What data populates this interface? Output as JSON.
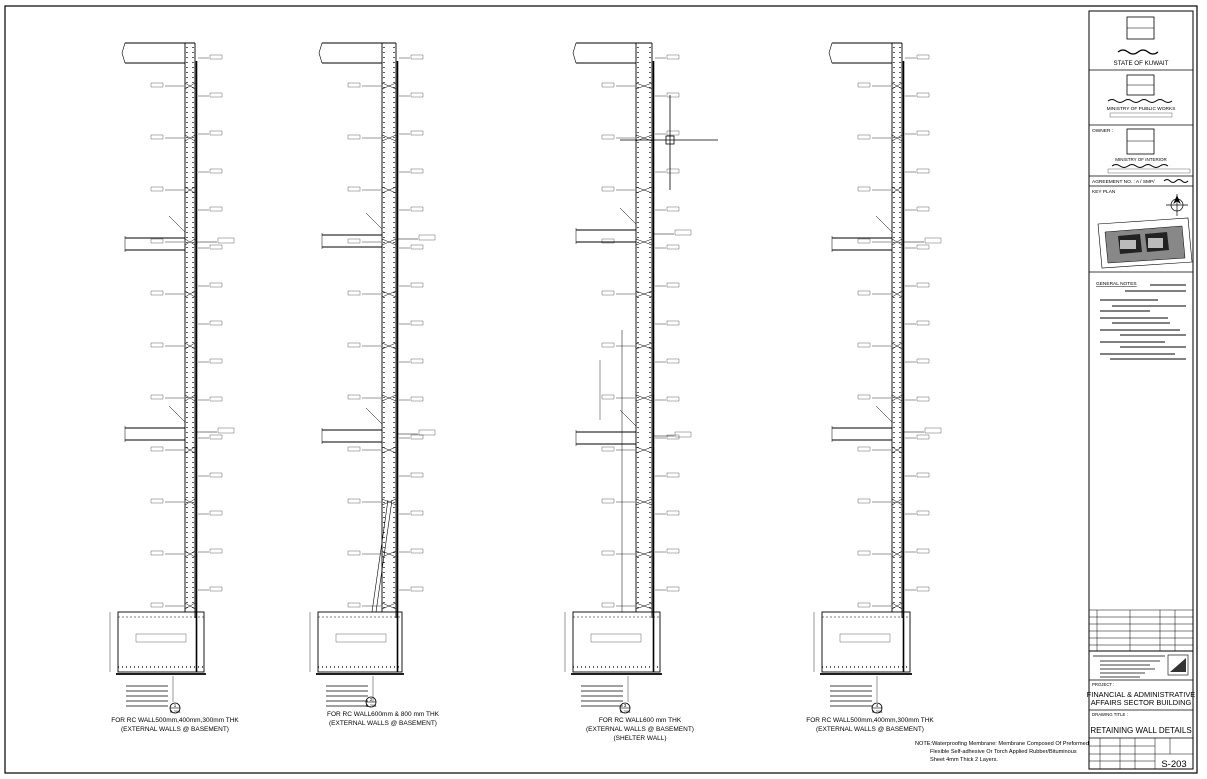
{
  "details": [
    {
      "num": "1",
      "sheet": "S-203",
      "caption1": "FOR RC WALL500mm,400mm,300mm THK",
      "caption2": "(EXTERNAL  WALLS @ BASEMENT)",
      "caption3": ""
    },
    {
      "num": "2",
      "sheet": "S-203",
      "caption1": "FOR RC WALL600mm & 800 mm THK",
      "caption2": "(EXTERNAL  WALLS @ BASEMENT)",
      "caption3": ""
    },
    {
      "num": "3",
      "sheet": "S-203",
      "caption1": "FOR RC WALL600 mm THK",
      "caption2": "(EXTERNAL  WALLS @ BASEMENT)",
      "caption3": "(SHELTER WALL)"
    },
    {
      "num": "4",
      "sheet": "S-203",
      "caption1": "FOR RC WALL500mm,400mm,300mm THK",
      "caption2": "(EXTERNAL  WALLS @ BASEMENT)",
      "caption3": ""
    }
  ],
  "note": {
    "line1": "NOTE:Waterproofing Membrane: Membrane Composed Of Preformed",
    "line2": "Flexible Self-adhesive Or Torch Applied Rubber/Bituminous",
    "line3": "Sheet 4mm Thick 2 Layers."
  },
  "title_block": {
    "state": "STATE OF KUWAIT",
    "ministry": "MINISTRY OF PUBLIC WORKS",
    "owner_label": "OWNER :",
    "owner_name": "MINISTRY OF INTERIOR",
    "agreement": "AGREEMENT NO. : A / SMP/",
    "key_plan": "KEY PLAN",
    "general_notes": "GENERAL NOTES",
    "project_label": "PROJECT :",
    "project_line1": "FINANCIAL & ADMINISTRATIVE",
    "project_line2": "AFFAIRS SECTOR BUILDING",
    "drawing_title_label": "DRAWING TITLE :",
    "drawing_title": "RETAINING WALL DETAILS",
    "sheet_no": "S-203"
  }
}
